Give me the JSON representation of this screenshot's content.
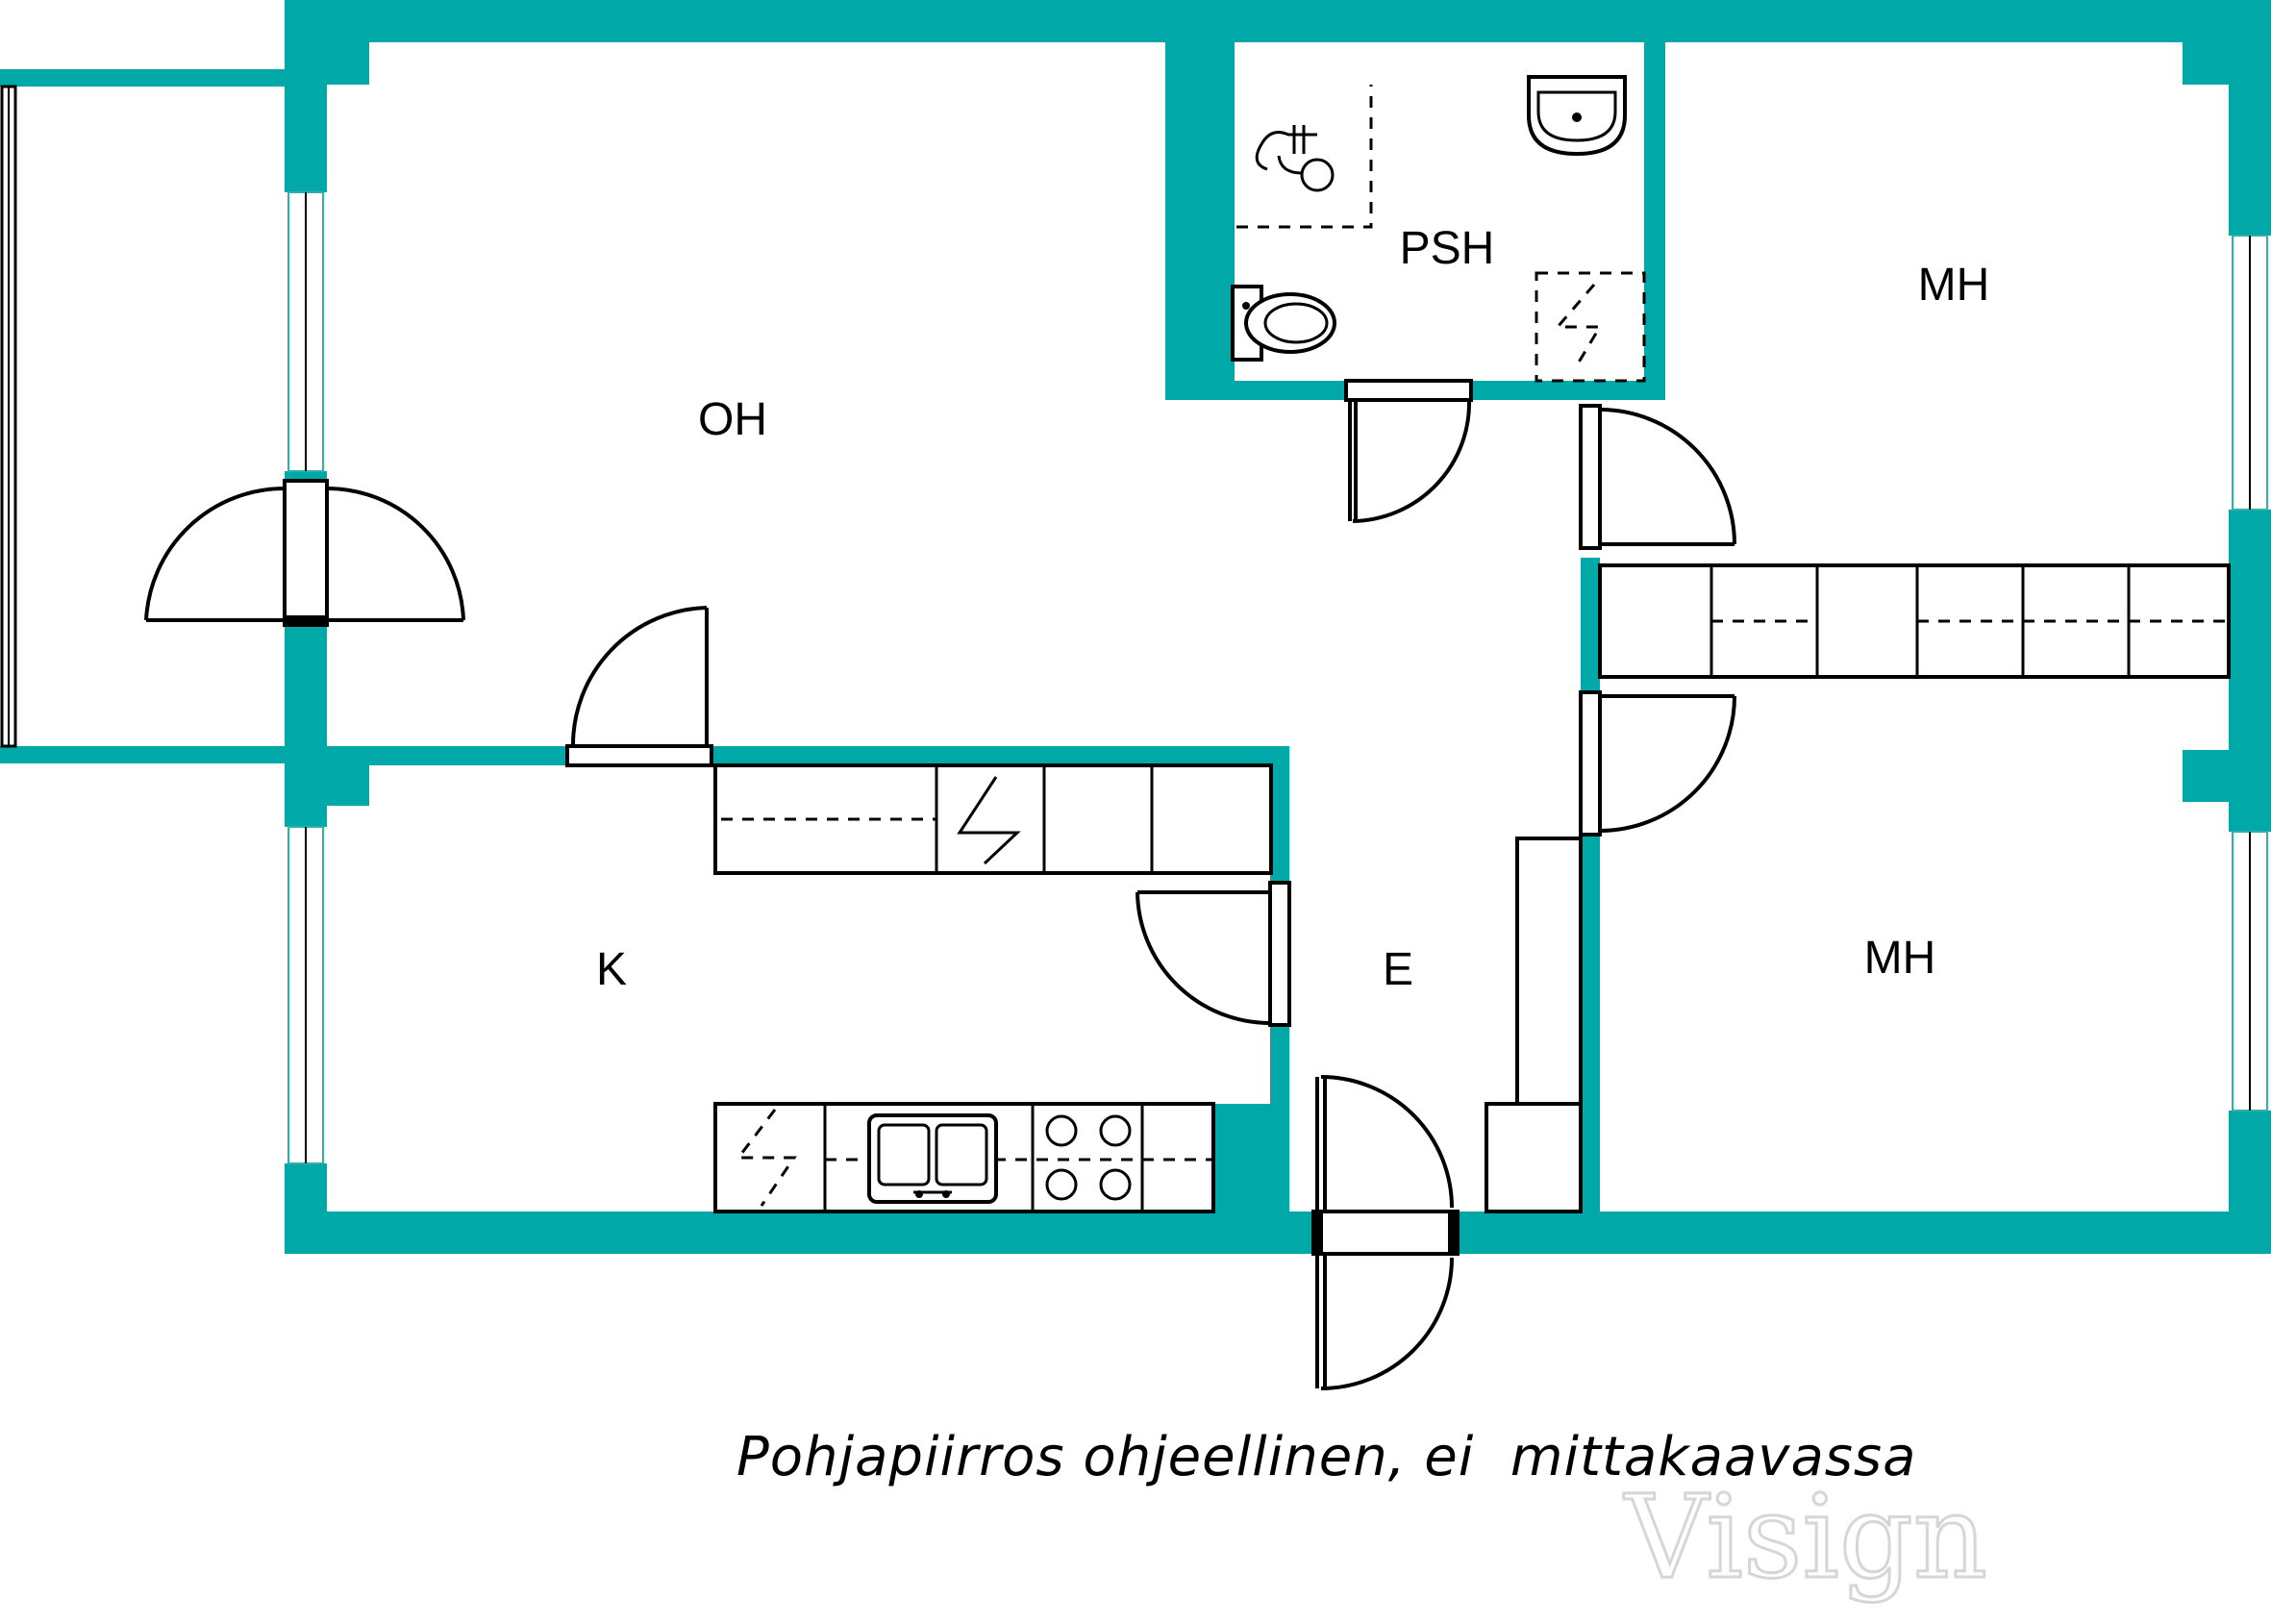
{
  "colors": {
    "wall": "#00A9A7",
    "line": "#000000",
    "background": "#FFFFFF",
    "watermark": "#D6D6D6"
  },
  "rooms": {
    "oh": "OH",
    "psh": "PSH",
    "mh_upper": "MH",
    "mh_lower": "MH",
    "k": "K",
    "e": "E"
  },
  "caption": "Pohjapiirros ohjeellinen, ei  mittakaavassa",
  "watermark": "Visign",
  "icons": [
    "toilet-icon",
    "washbasin-icon",
    "shower-icon",
    "sink-icon",
    "stove-icon",
    "fridge-icon",
    "door-swing-icon"
  ]
}
